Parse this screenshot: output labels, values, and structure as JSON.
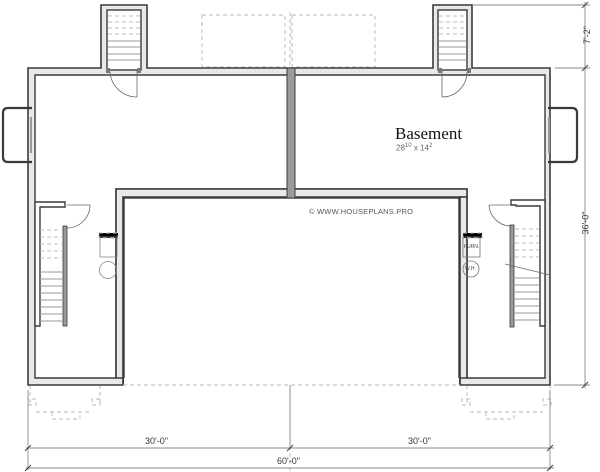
{
  "plan": {
    "room": {
      "name": "Basement",
      "size_w": "28",
      "size_w_sup": "10",
      "size_x": " x ",
      "size_h": "14",
      "size_h_sup": "2"
    },
    "watermark": "© WWW.HOUSEPLANS.PRO",
    "equipment": [
      {
        "label": "FURN.",
        "icon": "furnace-icon"
      },
      {
        "label": "W.H.",
        "icon": "water-heater-icon"
      }
    ],
    "dimensions": {
      "left_width": "30'-0\"",
      "right_width": "30'-0\"",
      "total_width": "60'-0\"",
      "top_depth": "7'-2\"",
      "main_depth": "36'-0\""
    },
    "colors": {
      "wall_stroke": "#3a3a3a",
      "wall_fill": "#e9e9e9",
      "dashed": "#b8b8b8",
      "dimension": "#888888"
    }
  }
}
